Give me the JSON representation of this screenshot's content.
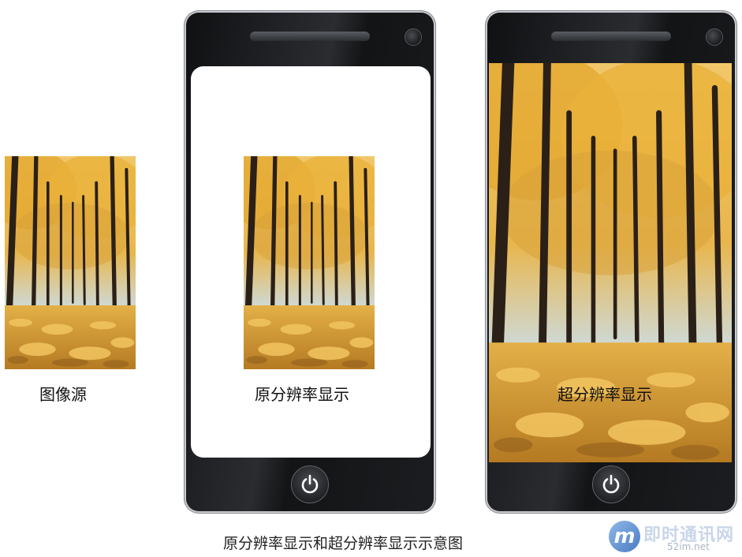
{
  "labels": {
    "source": "图像源",
    "original": "原分辨率显示",
    "super": "超分辨率显示"
  },
  "caption": "原分辨率显示和超分辨率显示示意图",
  "watermark": {
    "logo_letter": "m",
    "name": "即时通讯网",
    "url": "52im.net"
  },
  "icons": [
    "speaker-icon",
    "camera-icon",
    "power-icon"
  ],
  "colors": {
    "phone_body": "#1c1d20",
    "screen": "#ffffff",
    "foliage": "#e0a22a",
    "ground": "#d99a2b"
  }
}
